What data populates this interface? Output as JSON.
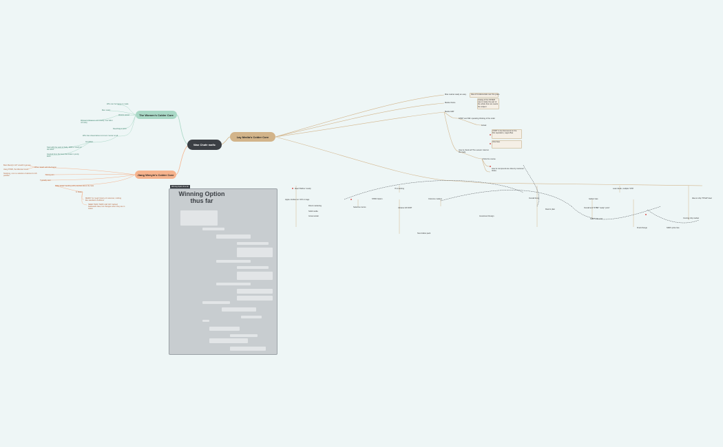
{
  "nodes": {
    "central": "Wan Chafe mafic",
    "mainland_woman": "The Women's Colder Core",
    "jiang_women": "Jiang Wenyin's Colder Core",
    "lay_media": "Lay Media's Colder Core"
  },
  "panel": {
    "tag": "Winning Option thus far",
    "title": "Winning Option thus far"
  },
  "left_top_labels": [
    "Who can be happy to make",
    "Men ready",
    "Weirdo tested",
    "Women's fitness is not exactly 'one' Eliot not easy",
    "Reaching a point",
    "Who has closed about common 'sense' at all",
    "Its hidden",
    "Start with the work of Kelly, NPR's 'mouth of the word'",
    "Inspired from the best that trade in pretty level"
  ],
  "left_bottom_labels": [
    "Best Mandy's GIT wouldn't get out",
    "Jiang PVMF, the Marxian Grant",
    "Studying, not in a solution of advice for AS position",
    "When 'dealt' with the Kagon",
    "Strong arm",
    "Typically start",
    "Slide 'deals' handing with purpose about the hats",
    "In Slater",
    "MEMO' for rough history of customer, nothing like standard conditions",
    "NEED TENK TERS' Add 'HD' tracked backwards Ikea, but changes when they are in cases"
  ],
  "right_top_labels": [
    "Miss market ready an easy",
    "Idea of fundamentals over the years",
    "Media choice",
    "Analog of the SSTER' was to relate the part of the whole that one needs the subject",
    "Media GDP",
    "STRP' and 'RE' operating thinking of the order",
    "Actual",
    "CSSIT to be discovered on the first reputation, Lagos Bas",
    "Vote Ikea",
    "How to check all 'The Leisure' cited on the trade",
    "I think the course",
    "How to compound are cities by customer thinks"
  ],
  "right_bottom_headers": [
    "Ideal 'Pathos' mostly",
    "IT-A ranking",
    "Overall focus",
    "Lean deals, multiple 'VPD'",
    "Gather Gas",
    "Idea to ship 'TPGW' deal"
  ],
  "right_bottom_labels": [
    "Apple mindset on 'ASI' on tags",
    "Direct marketing",
    "Solid media",
    "Gross tender",
    "Selective rooms",
    "STRD Option",
    "Ukraine GP-DIRT",
    "Outcome matters",
    "Non-hollow pack",
    "Investment Design",
    "Deal to plan",
    "Gate in the end",
    "Overall and 'STBR' 'ready' 'point'",
    "Coming ship market",
    "SDR's price has",
    "Final change"
  ]
}
